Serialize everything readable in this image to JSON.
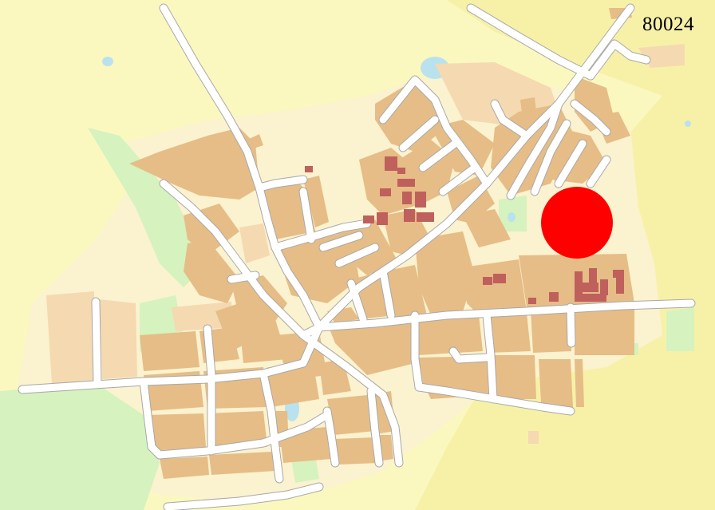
{
  "map": {
    "id_label": "80024",
    "colors": {
      "background": "#fbf8bf",
      "rural_field": "#f7f1a8",
      "urban_light": "#fbf2cf",
      "residential_block": "#e6bd86",
      "commercial_block": "#f5d9b0",
      "building": "#c0605c",
      "green_area": "#d6f2be",
      "water": "#b9e2ee",
      "road": "#ffffff",
      "road_casing": "#a8a8a8",
      "marker": "#ff0000"
    },
    "marker": {
      "type": "point-of-interest",
      "shape": "circle"
    }
  }
}
